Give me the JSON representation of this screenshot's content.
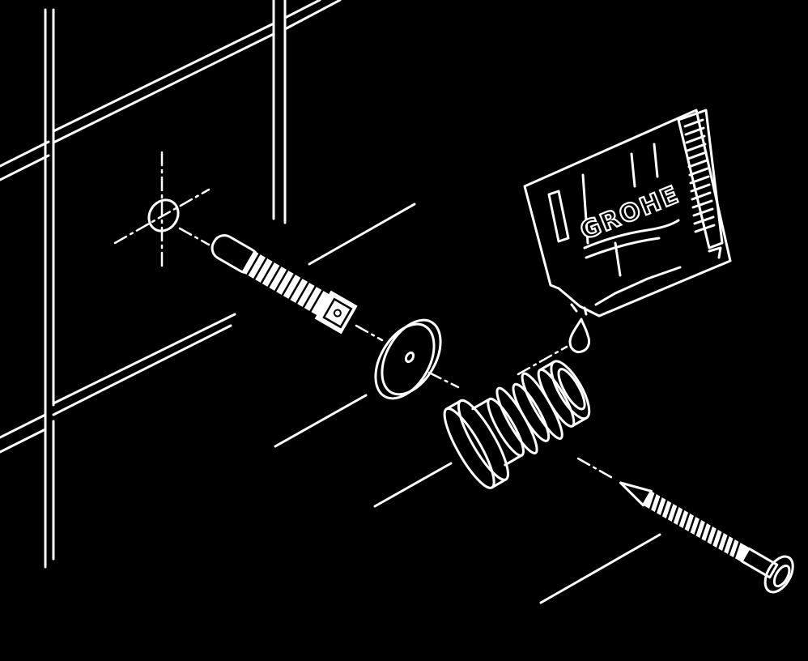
{
  "diagram": {
    "brand_label": "GROHE",
    "colors": {
      "background": "#000000",
      "line": "#ffffff"
    },
    "parts": [
      "wall-tiles",
      "drill-hole-marker",
      "wall-plug",
      "washer",
      "bushing",
      "screw",
      "sealant-tube"
    ]
  }
}
